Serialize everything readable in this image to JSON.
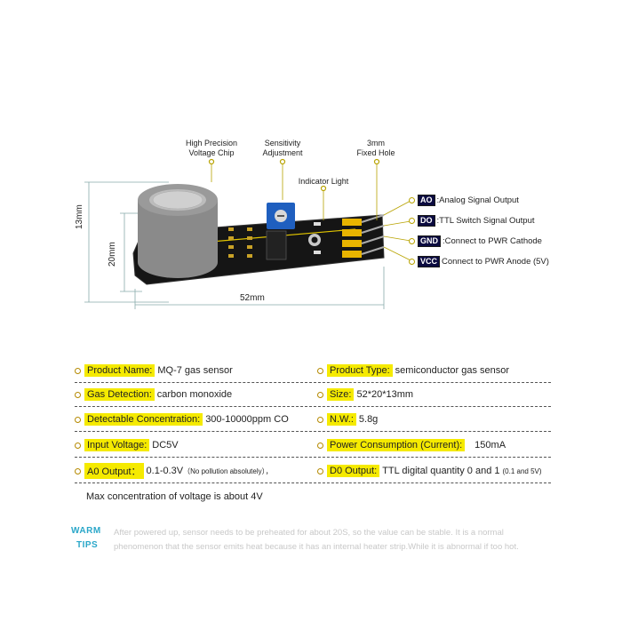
{
  "callouts": {
    "voltage_chip": "High Precision\nVoltage Chip",
    "sensitivity": "Sensitivity\nAdjustment",
    "fixed_hole": "3mm\nFixed Hole",
    "indicator": "Indicator Light"
  },
  "pins": [
    {
      "code": "AO",
      "desc": "Analog Signal Output"
    },
    {
      "code": "DO",
      "desc": "TTL Switch Signal Output"
    },
    {
      "code": "GND",
      "desc": "Connect to PWR Cathode"
    },
    {
      "code": "VCC",
      "desc": "Connect to PWR Anode (5V)"
    }
  ],
  "dimensions": {
    "height_outer": "13mm",
    "height_inner": "20mm",
    "width": "52mm"
  },
  "specs": {
    "product_name": {
      "label": "Product Name:",
      "value": "MQ-7 gas sensor"
    },
    "product_type": {
      "label": "Product Type:",
      "value": "semiconductor gas sensor"
    },
    "gas_detection": {
      "label": "Gas Detection:",
      "value": "carbon monoxide"
    },
    "size": {
      "label": "Size:",
      "value": "52*20*13mm"
    },
    "concentration": {
      "label": "Detectable Concentration:",
      "value": "300-10000ppm CO"
    },
    "weight": {
      "label": "N.W.:",
      "value": "5.8g"
    },
    "input_voltage": {
      "label": "Input Voltage:",
      "value": "DC5V"
    },
    "power": {
      "label": "Power Consumption (Current):",
      "value": "150mA"
    },
    "a0_output": {
      "label": "A0 Output：",
      "value": "0.1-0.3V",
      "note": "（No pollution absolutely），"
    },
    "d0_output": {
      "label": "D0 Output:",
      "value": "TTL digital quantity 0 and 1",
      "note": "(0.1 and 5V)"
    },
    "max_note": "Max concentration of voltage is about 4V"
  },
  "tips": {
    "title_1": "WARM",
    "title_2": "TIPS",
    "line_1": "After powered up, sensor needs to be preheated for about 20S, so the value can be stable. It is a normal",
    "line_2": "phenomenon that the sensor emits heat because it has an internal heater strip.While it is abnormal if too hot."
  },
  "colors": {
    "highlight": "#f5ea00",
    "pcb": "#1a1a1a",
    "tips_title": "#2aa7c9"
  }
}
